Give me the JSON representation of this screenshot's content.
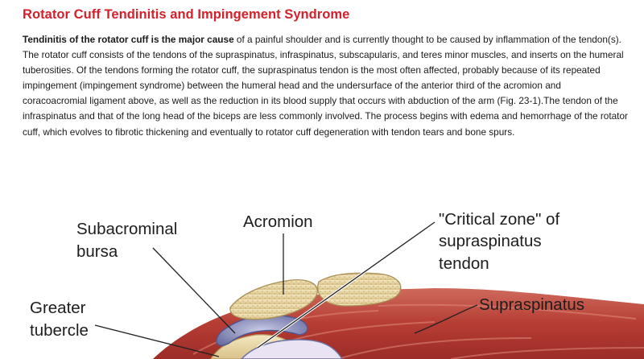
{
  "document": {
    "title": "Rotator Cuff Tendinitis and Impingement Syndrome",
    "paragraph_lead": "Tendinitis of the rotator cuff is the major cause",
    "paragraph_rest": " of a painful shoulder and is currently thought to be caused by inflammation of the tendon(s). The rotator cuff consists of the tendons of the supraspinatus, infraspinatus, subscapularis, and teres minor muscles, and inserts on the humeral tuberosities. Of the tendons forming the rotator cuff, the supraspinatus tendon is the most often affected, probably because of its repeated impingement (impingement syndrome) between the humeral head and the undersurface of the anterior third of the acromion and coracoacromial ligament above, as well as the reduction in its blood supply that occurs with abduction of the arm (Fig. 23-1).The tendon of the infraspinatus and that of the long head of the biceps are less commonly involved. The process begins with edema and hemorrhage of the rotator cuff, which evolves to fibrotic thickening and eventually to rotator cuff degeneration with tendon tears and bone spurs."
  },
  "figure": {
    "labels": {
      "subacromial_line1": "Subacrominal",
      "subacromial_line2": "bursa",
      "acromion": "Acromion",
      "critical_line1": "\"Critical zone\" of",
      "critical_line2": "supraspinatus",
      "critical_line3": "tendon",
      "greater_line1": "Greater",
      "greater_line2": "tubercle",
      "supraspinatus": "Supraspinatus"
    },
    "colors": {
      "title_red": "#d4202a",
      "muscle": "#c0483e",
      "bone": "#e8d6a2",
      "bursa": "#8a8fbf"
    }
  }
}
